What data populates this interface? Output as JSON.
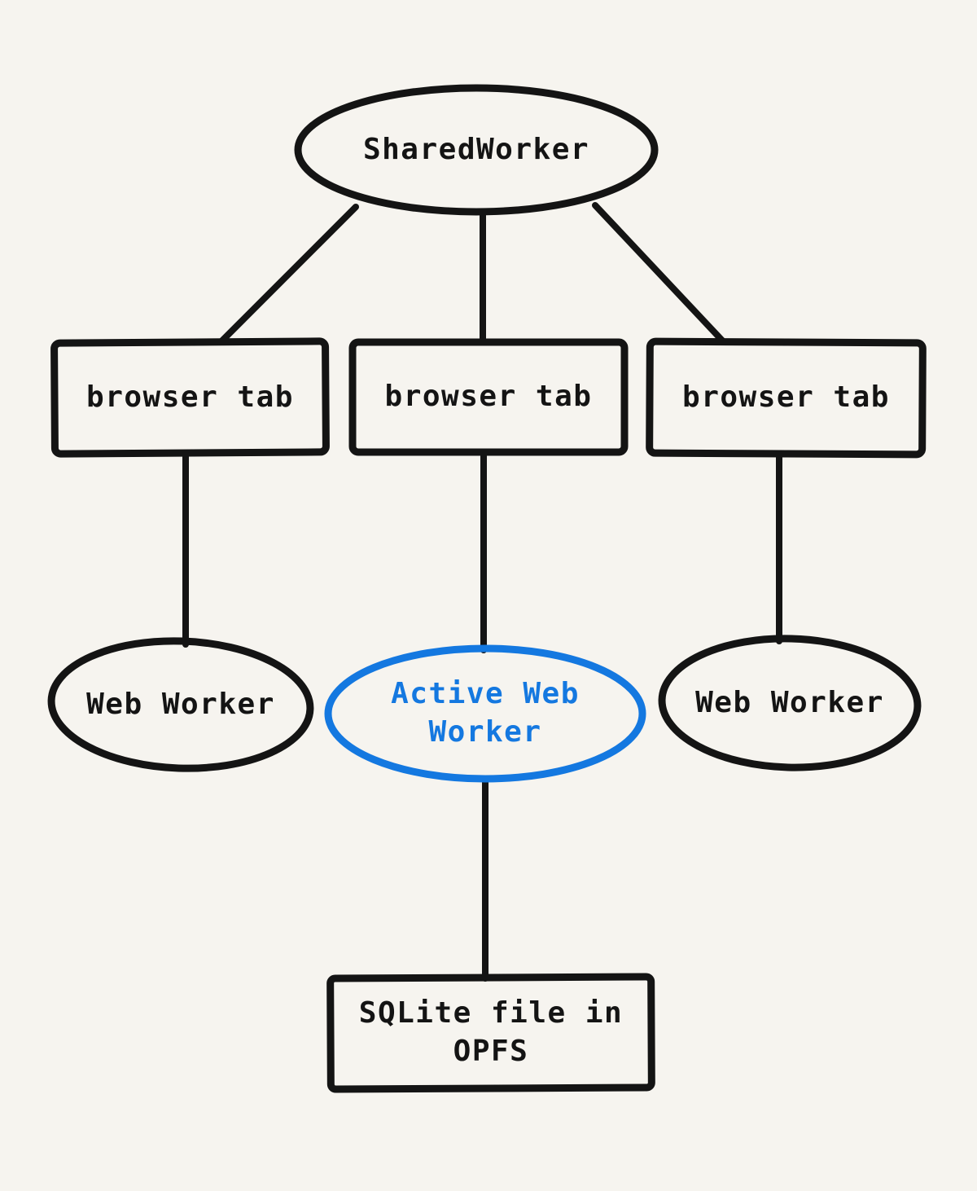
{
  "colors": {
    "background": "#f6f4ef",
    "ink": "#141414",
    "accent": "#1478e0"
  },
  "diagram": {
    "nodes": {
      "shared_worker": {
        "label": "SharedWorker",
        "shape": "ellipse",
        "color": "#141414"
      },
      "tab_left": {
        "label": "browser tab",
        "shape": "rectangle",
        "color": "#141414"
      },
      "tab_center": {
        "label": "browser tab",
        "shape": "rectangle",
        "color": "#141414"
      },
      "tab_right": {
        "label": "browser tab",
        "shape": "rectangle",
        "color": "#141414"
      },
      "worker_left": {
        "label": "Web Worker",
        "shape": "ellipse",
        "color": "#141414"
      },
      "worker_active": {
        "label": "Active Web Worker",
        "shape": "ellipse",
        "color": "#1478e0"
      },
      "worker_right": {
        "label": "Web Worker",
        "shape": "ellipse",
        "color": "#141414"
      },
      "sqlite": {
        "label": "SQLite file in OPFS",
        "shape": "rectangle",
        "color": "#141414"
      }
    },
    "edges": [
      {
        "from": "shared_worker",
        "to": "tab_left"
      },
      {
        "from": "shared_worker",
        "to": "tab_center"
      },
      {
        "from": "shared_worker",
        "to": "tab_right"
      },
      {
        "from": "tab_left",
        "to": "worker_left"
      },
      {
        "from": "tab_center",
        "to": "worker_active"
      },
      {
        "from": "tab_right",
        "to": "worker_right"
      },
      {
        "from": "worker_active",
        "to": "sqlite"
      }
    ]
  }
}
